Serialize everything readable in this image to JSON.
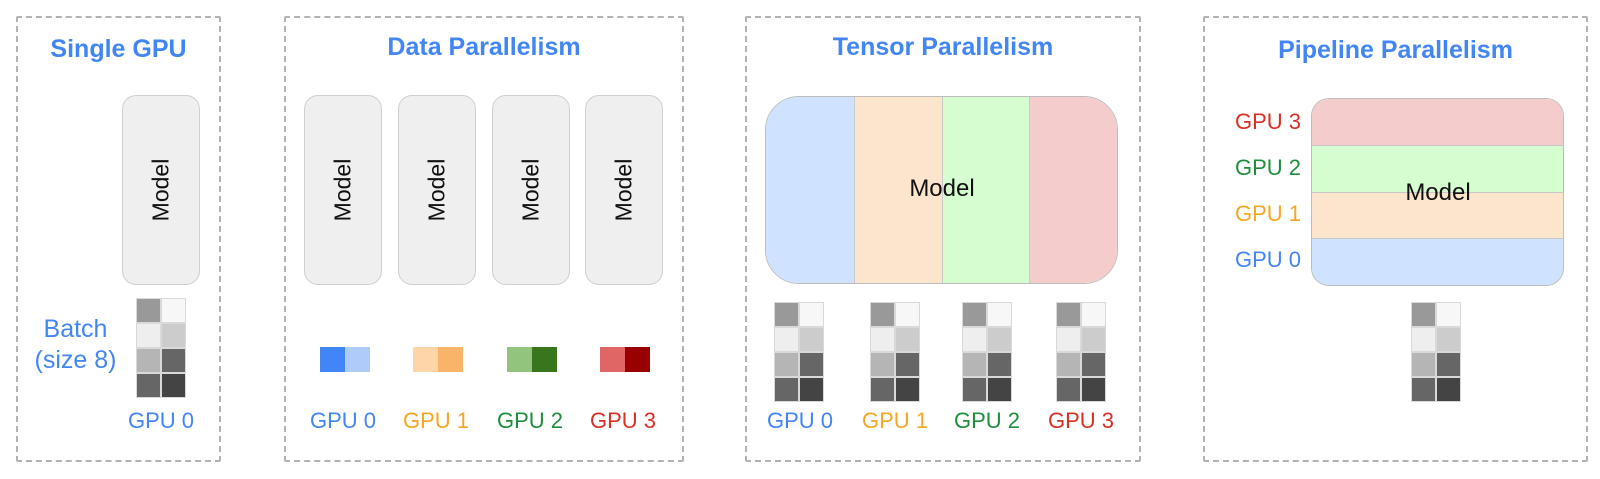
{
  "colors": {
    "title": "#4285f4",
    "gpu0": "#4285f4",
    "gpu1": "#f5a623",
    "gpu2": "#1e8e3e",
    "gpu3": "#d93025"
  },
  "single_gpu": {
    "title": "Single GPU",
    "model_label": "Model",
    "batch_label": "Batch\n(size 8)",
    "gpu_label": "GPU 0"
  },
  "data_parallel": {
    "title": "Data Parallelism",
    "model_label": "Model",
    "gpus": [
      {
        "label": "GPU 0",
        "color": "#4285f4",
        "swatches": [
          "#4285f4",
          "#aecbfa"
        ]
      },
      {
        "label": "GPU 1",
        "color": "#f5a623",
        "swatches": [
          "#fdd5a8",
          "#f9b46a"
        ]
      },
      {
        "label": "GPU 2",
        "color": "#1e8e3e",
        "swatches": [
          "#93c47d",
          "#38761d"
        ]
      },
      {
        "label": "GPU 3",
        "color": "#d93025",
        "swatches": [
          "#e06666",
          "#990000"
        ]
      }
    ]
  },
  "tensor_parallel": {
    "title": "Tensor Parallelism",
    "model_label": "Model",
    "segments": [
      "#cfe2ff",
      "#fce5cd",
      "#d5fdd0",
      "#f4cccc"
    ],
    "gpus": [
      {
        "label": "GPU 0",
        "color": "#4285f4"
      },
      {
        "label": "GPU 1",
        "color": "#f5a623"
      },
      {
        "label": "GPU 2",
        "color": "#1e8e3e"
      },
      {
        "label": "GPU 3",
        "color": "#d93025"
      }
    ]
  },
  "pipeline_parallel": {
    "title": "Pipeline Parallelism",
    "model_label": "Model",
    "stages": [
      {
        "label": "GPU 3",
        "color": "#d93025",
        "fill": "#f4cccc"
      },
      {
        "label": "GPU 2",
        "color": "#1e8e3e",
        "fill": "#d5fdd0"
      },
      {
        "label": "GPU 1",
        "color": "#f5a623",
        "fill": "#fce5cd"
      },
      {
        "label": "GPU 0",
        "color": "#4285f4",
        "fill": "#cfe2ff"
      }
    ]
  },
  "batch_grid": [
    "#999999",
    "#f7f7f7",
    "#eeeeee",
    "#cccccc",
    "#b5b5b5",
    "#666666",
    "#666666",
    "#444444"
  ]
}
